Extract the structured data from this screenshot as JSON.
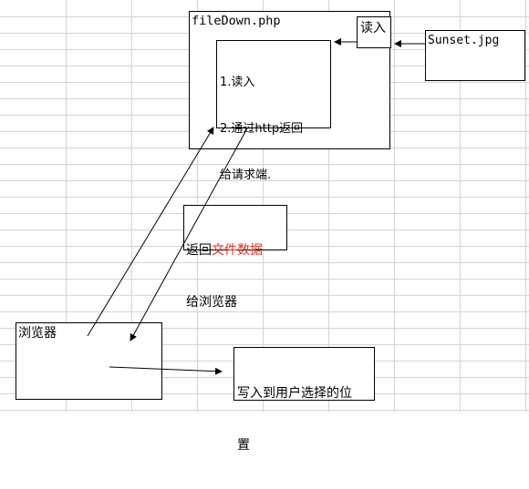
{
  "php_box": {
    "title": "fileDown.php"
  },
  "steps_box": {
    "line1": "1.读入",
    "line2": "2.通过http返回",
    "line3": "给请求端."
  },
  "read_box": {
    "label": "读入"
  },
  "file_box": {
    "label": "Sunset.jpg"
  },
  "return_box": {
    "prefix": "返回",
    "highlight": "文件数据",
    "line2": "给浏览器",
    "highlight_color": "#e03020"
  },
  "browser_box": {
    "label": "浏览器"
  },
  "write_box": {
    "line1": "写入到用户选择的位",
    "line2": "置"
  },
  "colors": {
    "grid": "#d4d4d4",
    "line": "#000000"
  }
}
